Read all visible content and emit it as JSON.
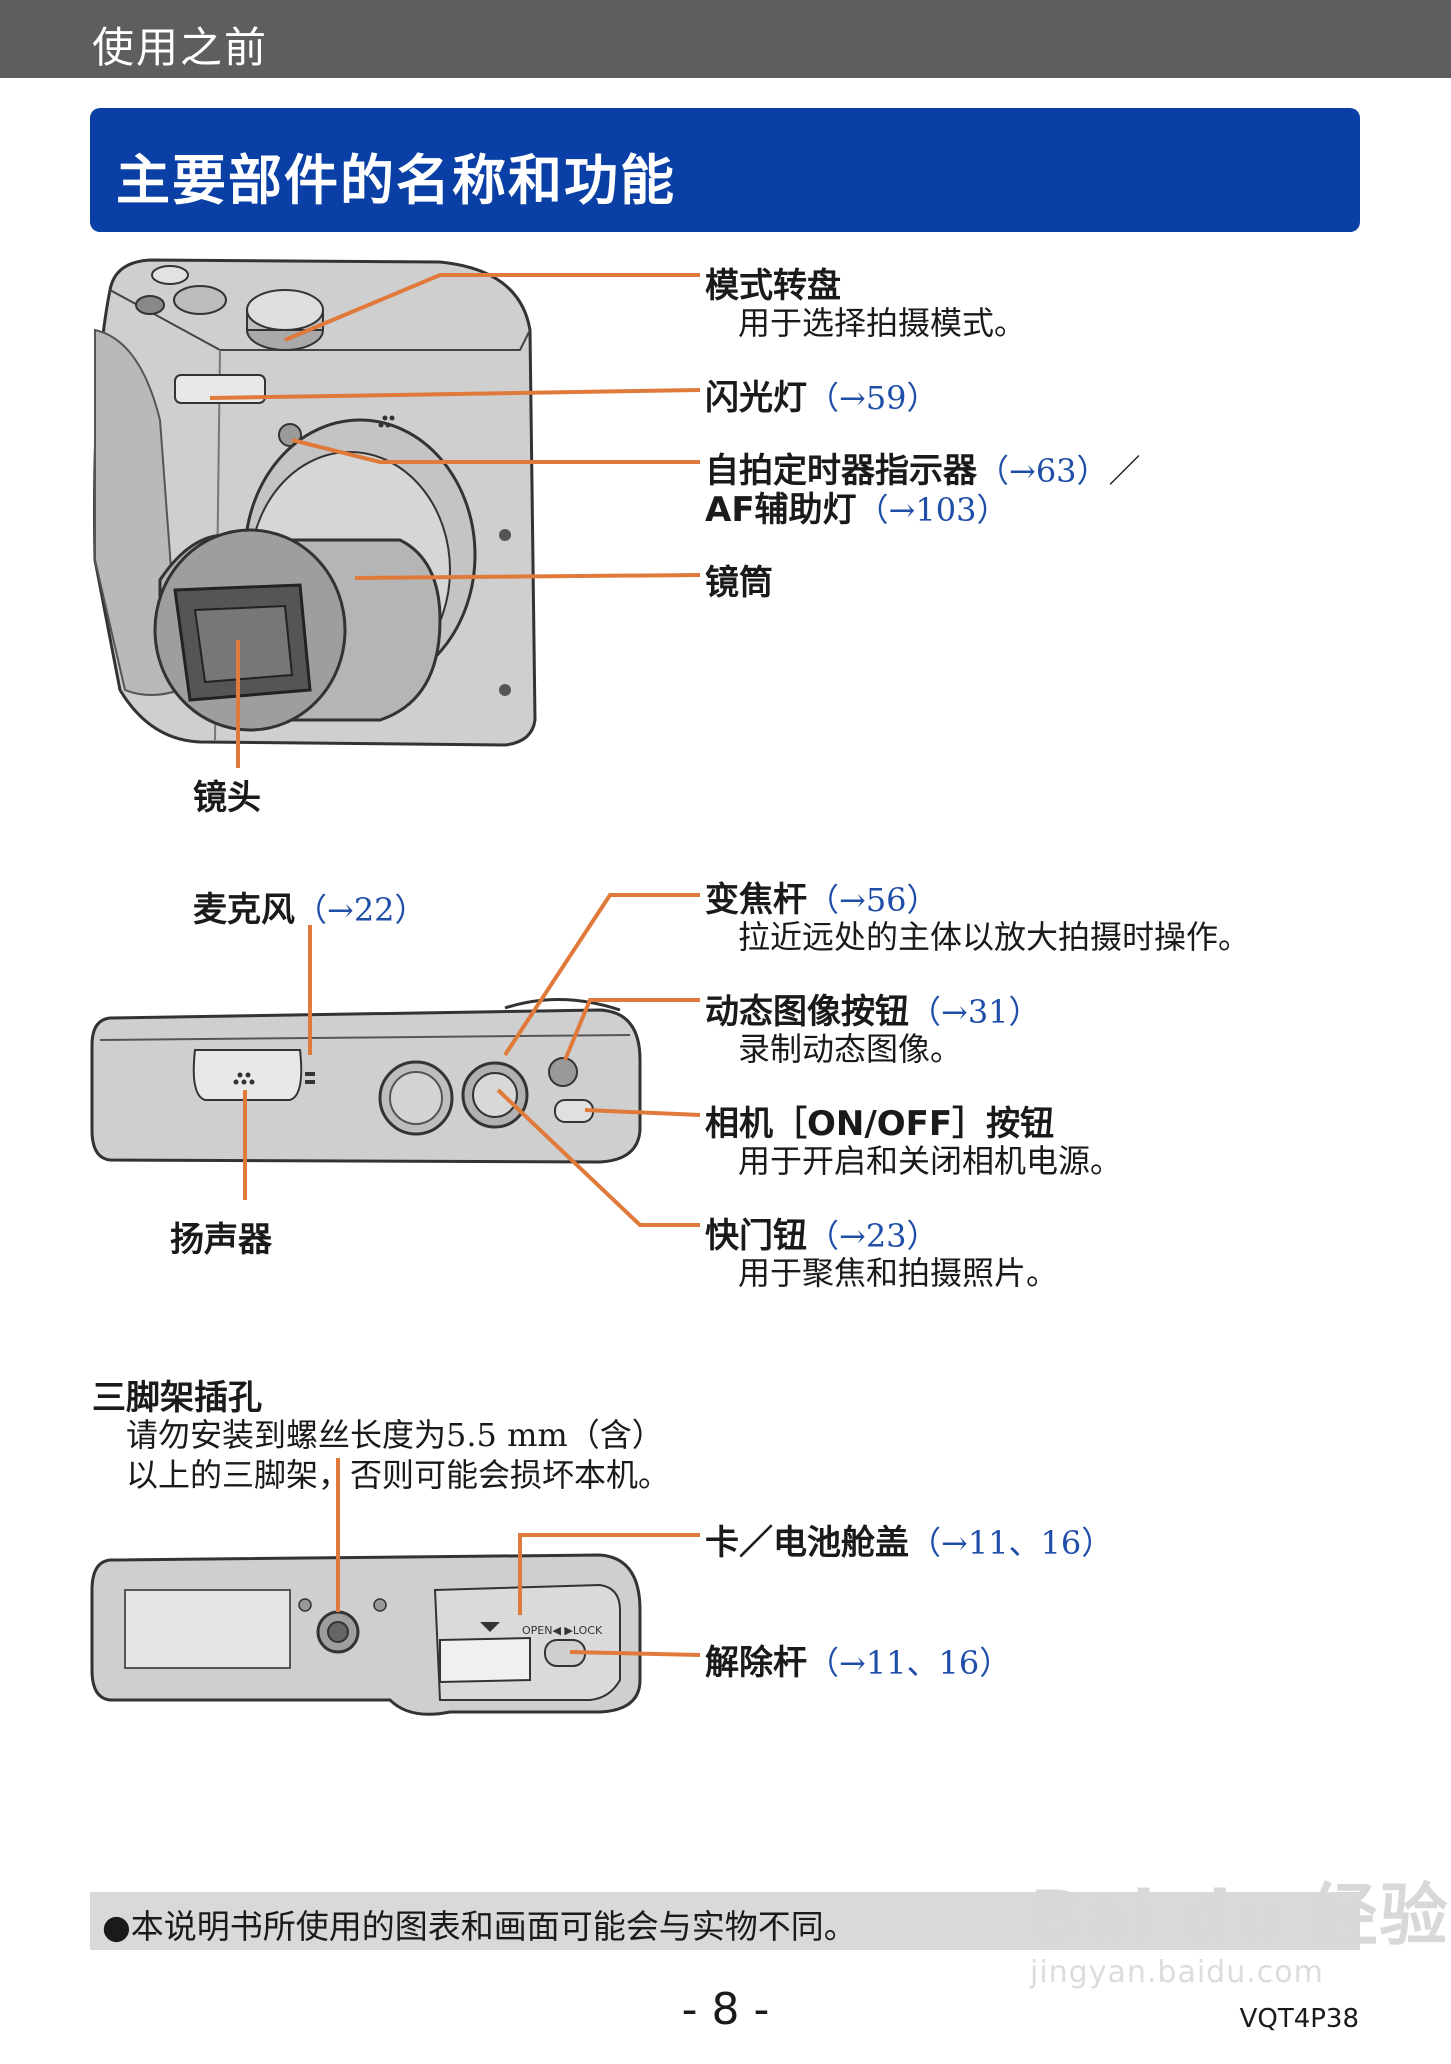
{
  "header": {
    "section": "使用之前"
  },
  "title": "主要部件的名称和功能",
  "front_labels": {
    "mode_dial": {
      "name": "模式转盘",
      "desc": "用于选择拍摄模式。"
    },
    "flash": {
      "name": "闪光灯",
      "ref": "（→59）"
    },
    "self_timer": {
      "name": "自拍定时器指示器",
      "ref": "（→63）",
      "sep": "／",
      "name2": "AF辅助灯",
      "ref2": "（→103）"
    },
    "lens_barrel": {
      "name": "镜筒"
    },
    "lens": {
      "name": "镜头"
    }
  },
  "top_labels": {
    "microphone": {
      "name": "麦克风",
      "ref": "（→22）"
    },
    "speaker": {
      "name": "扬声器"
    },
    "zoom_lever": {
      "name": "变焦杆",
      "ref": "（→56）",
      "desc": "拉近远处的主体以放大拍摄时操作。"
    },
    "movie_button": {
      "name": "动态图像按钮",
      "ref": "（→31）",
      "desc": "录制动态图像。"
    },
    "power_button": {
      "name": "相机［ON/OFF］按钮",
      "desc": "用于开启和关闭相机电源。"
    },
    "shutter_button": {
      "name": "快门钮",
      "ref": "（→23）",
      "desc": "用于聚焦和拍摄照片。"
    }
  },
  "bottom_labels": {
    "tripod": {
      "name": "三脚架插孔",
      "desc1": "请勿安装到螺丝长度为5.5 mm（含）",
      "desc2": "以上的三脚架，否则可能会损坏本机。"
    },
    "card_cover": {
      "name": "卡／电池舱盖",
      "ref": "（→11、16）"
    },
    "release_lever": {
      "name": "解除杆",
      "ref": "（→11、16）"
    },
    "lever_marking": "OPEN◀ ▶LOCK"
  },
  "footer": {
    "note": "●本说明书所使用的图表和画面可能会与实物不同。",
    "page": "- 8 -",
    "code": "VQT4P38",
    "watermark": "Bai du 经验",
    "watermark_url": "jingyan.baidu.com"
  },
  "colors": {
    "title_bg": "#0a3fa6",
    "header_bg": "#5e5e5e",
    "leader": "#e07a3a",
    "ref": "#1f4ea8"
  }
}
